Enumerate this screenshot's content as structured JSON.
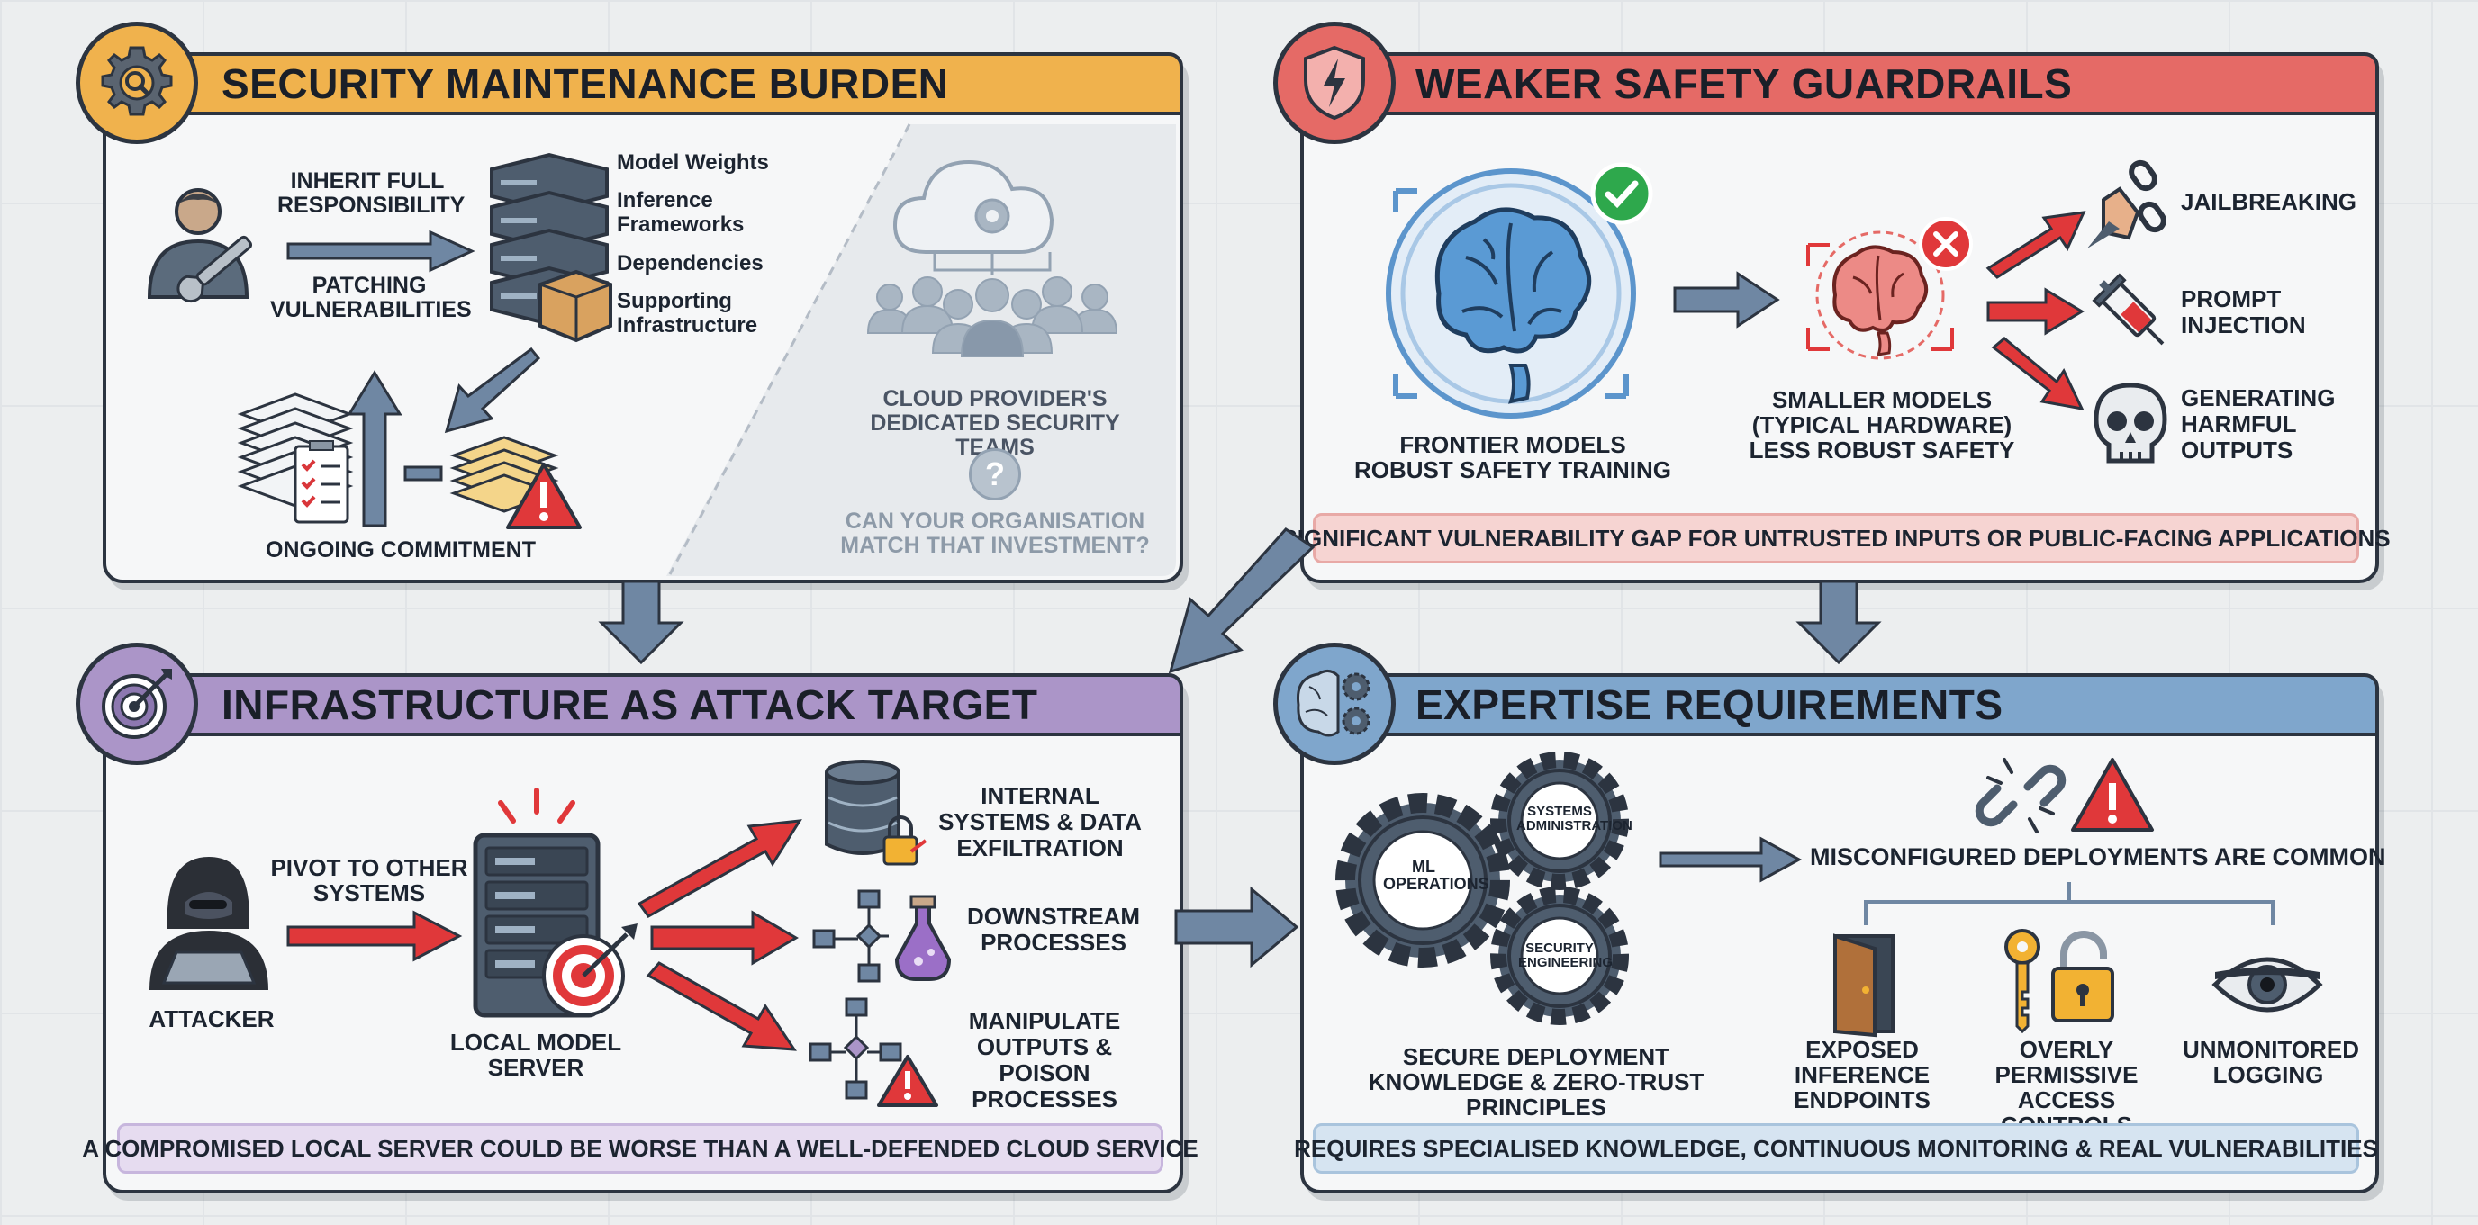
{
  "colors": {
    "orange": "#f0b24d",
    "red": "#e56a66",
    "purple": "#ab95c8",
    "blue": "#7fa6cc",
    "arrow": "#6f87a3",
    "redArrow": "#e0383a"
  },
  "security": {
    "title": "SECURITY MAINTENANCE BURDEN",
    "inherit": "INHERIT FULL RESPONSIBILITY",
    "patching": "PATCHING VULNERABILITIES",
    "stack": [
      "Model Weights",
      "Inference Frameworks",
      "Dependencies",
      "Supporting Infrastructure"
    ],
    "ongoing": "ONGOING COMMITMENT",
    "cloud": "CLOUD PROVIDER'S DEDICATED SECURITY TEAMS",
    "question_mark": "?",
    "question": "CAN YOUR ORGANISATION MATCH THAT INVESTMENT?"
  },
  "guardrails": {
    "title": "WEAKER SAFETY GUARDRAILS",
    "frontier": "FRONTIER MODELS ROBUST SAFETY TRAINING",
    "smaller": "SMALLER MODELS (TYPICAL HARDWARE) LESS ROBUST SAFETY",
    "risks": [
      "JAILBREAKING",
      "PROMPT INJECTION",
      "GENERATING HARMFUL OUTPUTS"
    ],
    "footer": "SIGNIFICANT VULNERABILITY GAP FOR UNTRUSTED INPUTS OR PUBLIC-FACING APPLICATIONS"
  },
  "infra": {
    "title": "INFRASTRUCTURE AS ATTACK TARGET",
    "pivot": "PIVOT TO OTHER SYSTEMS",
    "attacker": "ATTACKER",
    "server": "LOCAL MODEL SERVER",
    "targets": [
      "INTERNAL SYSTEMS & DATA EXFILTRATION",
      "DOWNSTREAM PROCESSES",
      "MANIPULATE OUTPUTS & POISON PROCESSES"
    ],
    "footer": "A COMPROMISED LOCAL SERVER COULD BE WORSE THAN A WELL-DEFENDED CLOUD SERVICE"
  },
  "expertise": {
    "title": "EXPERTISE REQUIREMENTS",
    "gears": [
      "ML OPERATIONS",
      "SYSTEMS ADMINISTRATION",
      "SECURITY ENGINEERING"
    ],
    "knowledge": "SECURE DEPLOYMENT KNOWLEDGE & ZERO-TRUST PRINCIPLES",
    "misconfig": "MISCONFIGURED DEPLOYMENTS ARE COMMON",
    "issues": [
      "EXPOSED INFERENCE ENDPOINTS",
      "OVERLY PERMISSIVE ACCESS CONTROLS",
      "UNMONITORED LOGGING"
    ],
    "footer": "REQUIRES SPECIALISED KNOWLEDGE, CONTINUOUS MONITORING & REAL VULNERABILITIES"
  }
}
